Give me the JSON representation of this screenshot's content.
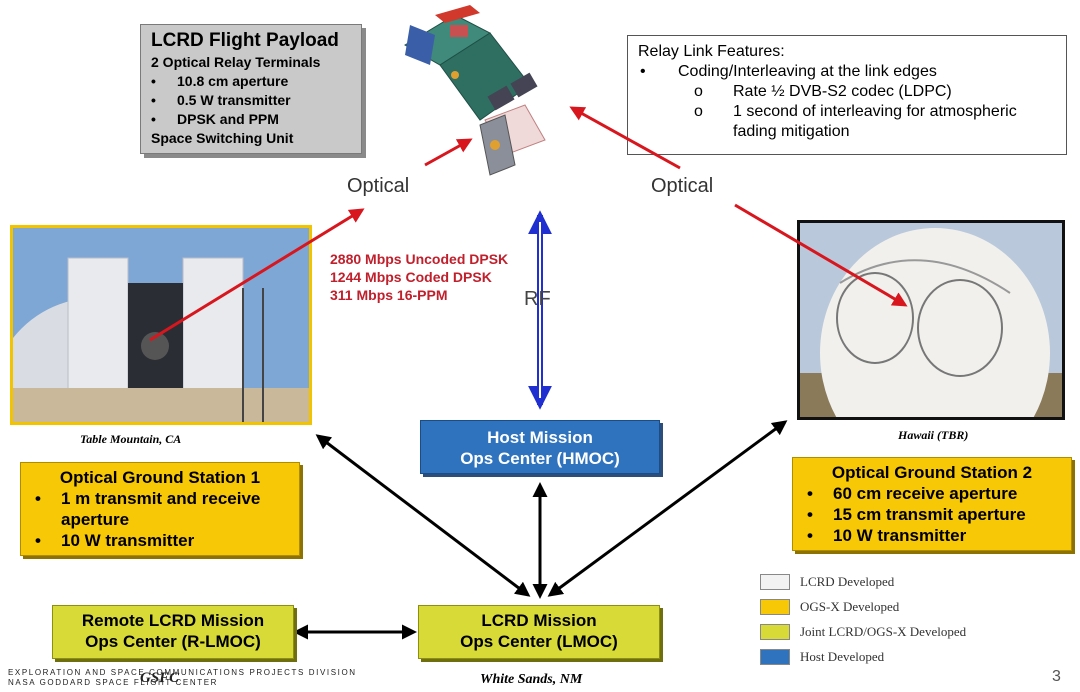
{
  "payload": {
    "title": "LCRD Flight Payload",
    "subtitle": "2 Optical Relay Terminals",
    "items": [
      "10.8 cm aperture",
      "0.5 W transmitter",
      "DPSK and PPM"
    ],
    "footer": "Space Switching Unit"
  },
  "relay": {
    "title": "Relay Link Features:",
    "item": "Coding/Interleaving at the link edges",
    "subitems": [
      {
        "marker": "o",
        "text": "Rate ½ DVB-S2 codec (LDPC)"
      },
      {
        "marker": "o",
        "text": "1 second of interleaving for atmospheric fading mitigation"
      }
    ]
  },
  "labels": {
    "optical_left": "Optical",
    "optical_right": "Optical",
    "rf": "RF"
  },
  "rates": [
    "2880 Mbps Uncoded DPSK",
    "1244 Mbps Coded DPSK",
    "311 Mbps 16-PPM"
  ],
  "captions": {
    "left_photo": "Table Mountain, CA",
    "right_photo": "Hawaii (TBR)",
    "white_sands": "White Sands, NM"
  },
  "ogs1": {
    "title": "Optical Ground Station 1",
    "items": [
      "1 m transmit and receive aperture",
      "10 W transmitter"
    ]
  },
  "ogs2": {
    "title": "Optical Ground Station 2",
    "items": [
      "60 cm receive aperture",
      "15 cm transmit aperture",
      "10 W transmitter"
    ]
  },
  "hmoc": {
    "line1": "Host Mission",
    "line2": "Ops Center (HMOC)"
  },
  "rlmoc": {
    "line1": "Remote LCRD Mission",
    "line2": "Ops Center (R-LMOC)"
  },
  "lmoc": {
    "line1": "LCRD Mission",
    "line2": "Ops Center (LMOC)"
  },
  "legend": [
    {
      "label": "LCRD Developed",
      "color": "#f2f2f2"
    },
    {
      "label": "OGS-X Developed",
      "color": "#f7c806"
    },
    {
      "label": "Joint LCRD/OGS-X Developed",
      "color": "#d8da38"
    },
    {
      "label": "Host Developed",
      "color": "#2f73bf"
    }
  ],
  "footer": {
    "division_line1": "EXPLORATION AND SPACE COMMUNICATIONS PROJECTS DIVISION",
    "division_line2": "NASA GODDARD SPACE FLIGHT CENTER",
    "gsfc": "GSFC",
    "page": "3"
  },
  "colors": {
    "optical_arrow": "#d8161e",
    "rf_arrow": "#1f2fd0",
    "link_arrow": "#000000"
  }
}
